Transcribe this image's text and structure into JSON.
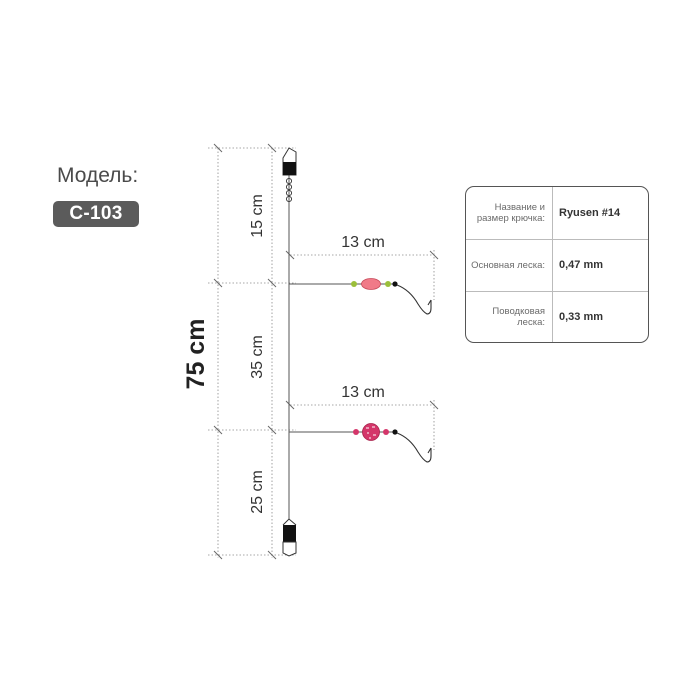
{
  "model": {
    "label": "Модель:",
    "code": "C-103"
  },
  "dimensions": {
    "total": "75 cm",
    "top_segment": "15 cm",
    "middle_segment": "35 cm",
    "bottom_segment": "25 cm",
    "leader_upper": "13 cm",
    "leader_lower": "13 cm"
  },
  "specs": [
    {
      "key": "Название и размер крючка:",
      "value": "Ryusen #14"
    },
    {
      "key": "Основная леска:",
      "value": "0,47 mm"
    },
    {
      "key": "Поводковая леска:",
      "value": "0,33 mm"
    }
  ],
  "colors": {
    "bead_green": "#9bbf3a",
    "bead_pink": "#f07a88",
    "bead_red": "#d4366a",
    "line": "#555555"
  }
}
